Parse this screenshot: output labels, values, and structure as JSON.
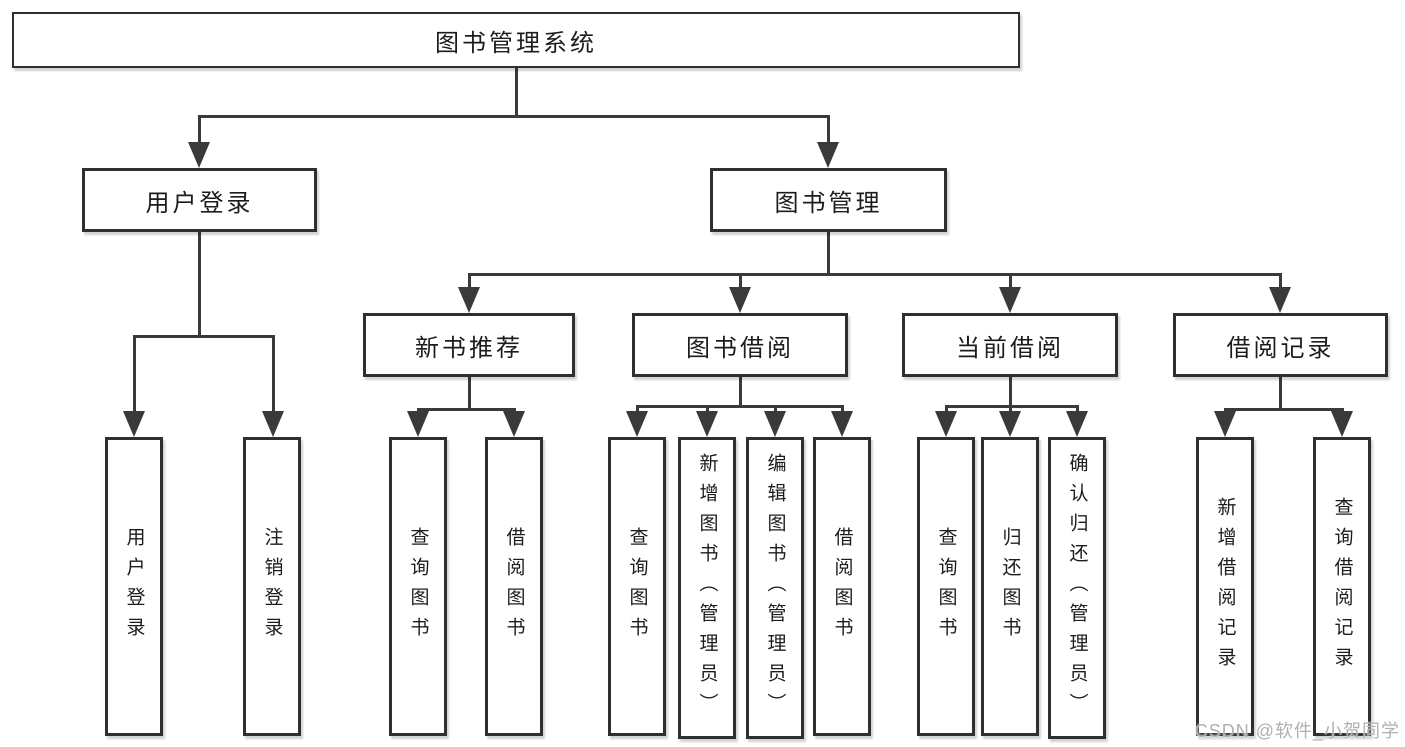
{
  "page": {
    "background": "#ffffff"
  },
  "colors": {
    "line": "#3a3a3a",
    "box_border": "#2f2f2f",
    "box_fill": "#ffffff",
    "text": "#1c1c1c",
    "watermark": "#b0b0b0",
    "background": "#ffffff"
  },
  "tree": {
    "label": "图书管理系统",
    "children": [
      {
        "label": "用户登录",
        "children": [
          {
            "label": "用户登录"
          },
          {
            "label": "注销登录"
          }
        ]
      },
      {
        "label": "图书管理",
        "children": [
          {
            "label": "新书推荐",
            "children": [
              {
                "label": "查询图书"
              },
              {
                "label": "借阅图书"
              }
            ]
          },
          {
            "label": "图书借阅",
            "children": [
              {
                "label": "查询图书"
              },
              {
                "label": "新增图书（管理员）"
              },
              {
                "label": "编辑图书（管理员）"
              },
              {
                "label": "借阅图书"
              }
            ]
          },
          {
            "label": "当前借阅",
            "children": [
              {
                "label": "查询图书"
              },
              {
                "label": "归还图书"
              },
              {
                "label": "确认归还（管理员）"
              }
            ]
          },
          {
            "label": "借阅记录",
            "children": [
              {
                "label": "新增借阅记录"
              },
              {
                "label": "查询借阅记录"
              }
            ]
          }
        ]
      }
    ]
  },
  "watermark": {
    "text": "CSDN @软件_小贺同学"
  }
}
